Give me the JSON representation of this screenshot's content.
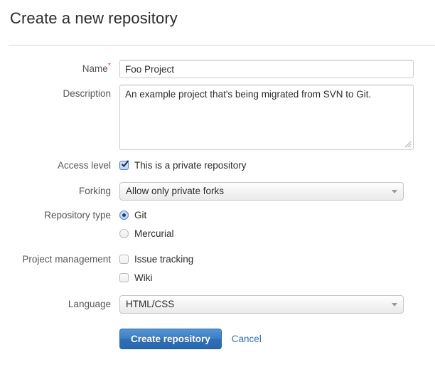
{
  "header": {
    "title": "Create a new repository"
  },
  "form": {
    "name": {
      "label": "Name",
      "required_marker": "*",
      "value": "Foo Project",
      "placeholder": ""
    },
    "description": {
      "label": "Description",
      "value": "An example project that's being migrated from SVN to Git.",
      "placeholder": ""
    },
    "access_level": {
      "label": "Access level",
      "checkbox_label": "This is a private repository",
      "checked": true
    },
    "forking": {
      "label": "Forking",
      "selected": "Allow only private forks",
      "options": [
        "Allow only private forks"
      ]
    },
    "repository_type": {
      "label": "Repository type",
      "options": [
        {
          "label": "Git",
          "selected": true
        },
        {
          "label": "Mercurial",
          "selected": false
        }
      ]
    },
    "project_management": {
      "label": "Project management",
      "options": [
        {
          "label": "Issue tracking",
          "checked": false
        },
        {
          "label": "Wiki",
          "checked": false
        }
      ]
    },
    "language": {
      "label": "Language",
      "selected": "HTML/CSS",
      "options": [
        "HTML/CSS"
      ]
    }
  },
  "actions": {
    "submit_label": "Create repository",
    "cancel_label": "Cancel"
  },
  "colors": {
    "accent": "#3d7fc4",
    "link": "#3a72b8",
    "required": "#e8512f",
    "label_text": "#555555",
    "body_text": "#2b2b2b",
    "divider": "#d8d8d8"
  },
  "icons": {
    "select_caret": "chevron-down-icon",
    "resize_grip": "resize-grip-icon",
    "check": "check-icon"
  }
}
